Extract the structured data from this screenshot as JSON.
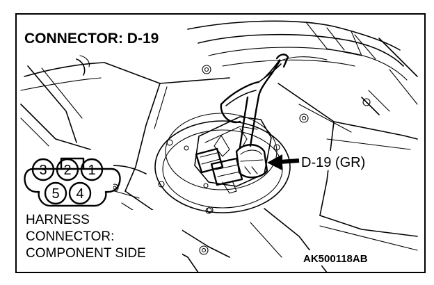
{
  "title": "CONNECTOR: D-19",
  "callout_label": "D-19 (GR)",
  "pin_numbers": [
    "3",
    "2",
    "1",
    "5",
    "4"
  ],
  "caption_lines": [
    "HARNESS",
    "CONNECTOR:",
    "COMPONENT SIDE"
  ],
  "figure_code": "AK500118AB"
}
